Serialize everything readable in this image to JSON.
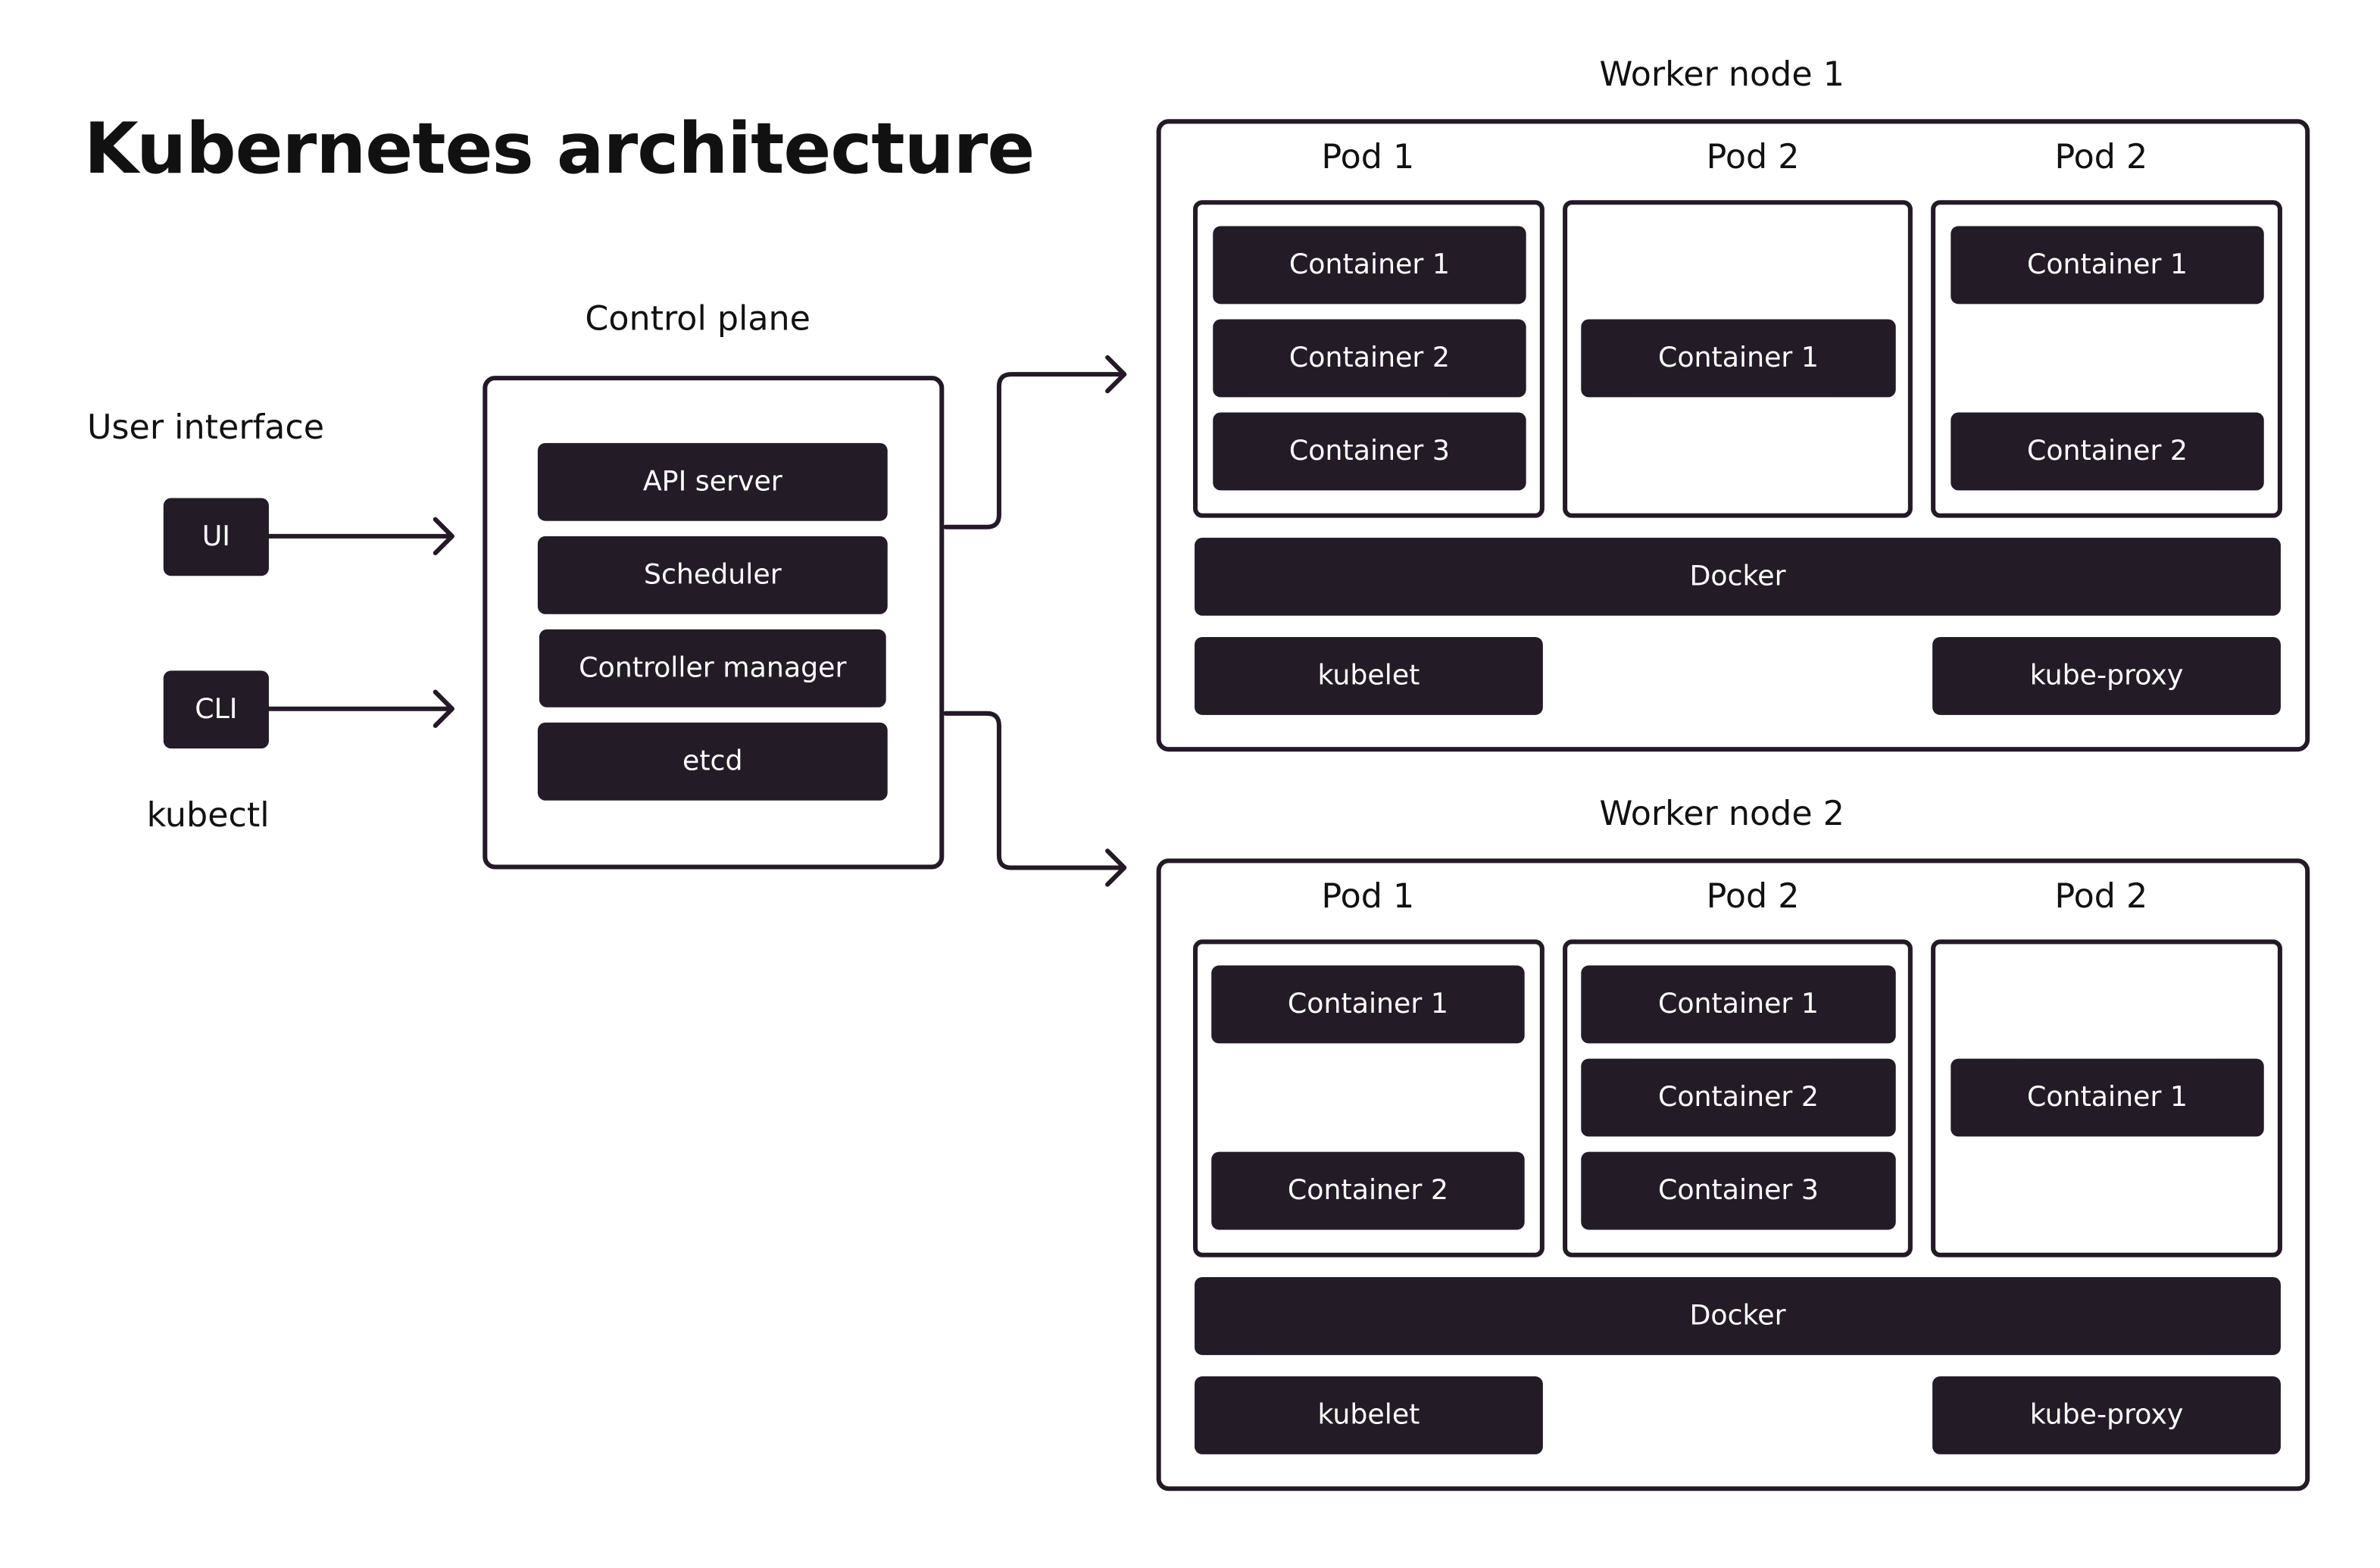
{
  "title": "Kubernetes architecture",
  "user_interface": {
    "heading": "User interface",
    "ui_label": "UI",
    "cli_label": "CLI",
    "cli_caption": "kubectl"
  },
  "control_plane": {
    "heading": "Control plane",
    "components": [
      "API server",
      "Scheduler",
      "Controller manager",
      "etcd"
    ]
  },
  "worker_nodes": [
    {
      "heading": "Worker node 1",
      "pods": [
        {
          "label": "Pod 1",
          "containers": [
            "Container 1",
            "Container 2",
            "Container 3"
          ]
        },
        {
          "label": "Pod 2",
          "containers": [
            "Container 1"
          ]
        },
        {
          "label": "Pod 2",
          "containers": [
            "Container 1",
            "Container 2"
          ]
        }
      ],
      "runtime": "Docker",
      "kubelet": "kubelet",
      "proxy": "kube-proxy"
    },
    {
      "heading": "Worker node 2",
      "pods": [
        {
          "label": "Pod 1",
          "containers": [
            "Container 1",
            "Container 2"
          ]
        },
        {
          "label": "Pod 2",
          "containers": [
            "Container 1",
            "Container 2",
            "Container 3"
          ]
        },
        {
          "label": "Pod 2",
          "containers": [
            "Container 1"
          ]
        }
      ],
      "runtime": "Docker",
      "kubelet": "kubelet",
      "proxy": "kube-proxy"
    }
  ],
  "colors": {
    "block_fill": "#231b26",
    "block_text": "#ffffff",
    "stroke": "#231a26",
    "background": "#ffffff"
  }
}
